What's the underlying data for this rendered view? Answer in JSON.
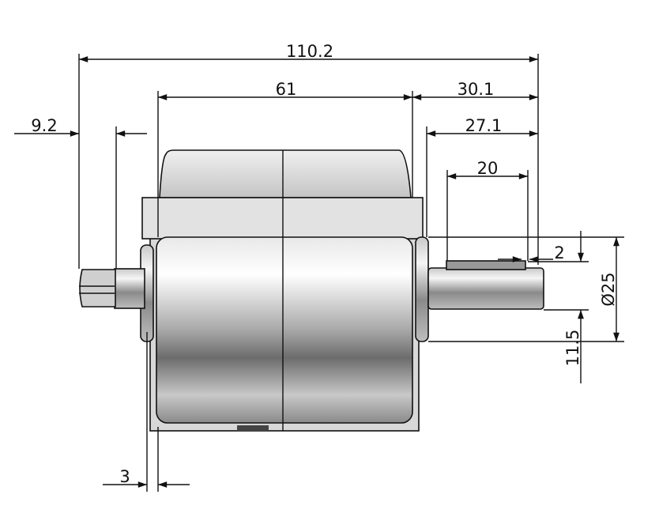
{
  "drawing": {
    "dimensions": {
      "overall_length": "110.2",
      "roller_width": "61",
      "right_shaft_total": "30.1",
      "right_shaft_length": "27.1",
      "key_length": "20",
      "key_height": "2",
      "left_shaft": "9.2",
      "bracket_thickness": "3",
      "diameter": "Ø25",
      "shaft_offset": "11.5"
    }
  }
}
